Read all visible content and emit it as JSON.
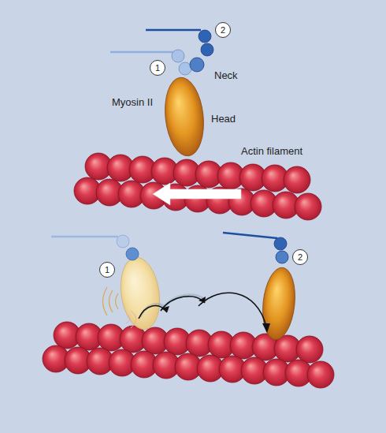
{
  "diagram": {
    "nodes": [
      {
        "text": [
          "1"
        ]
      },
      {
        "text": [
          "2"
        ]
      },
      {
        "text": [
          "1"
        ]
      },
      {
        "text": [
          "2"
        ]
      }
    ],
    "labels": [
      "Neck",
      "Myosin II",
      "Head",
      "Actin filament"
    ]
  }
}
